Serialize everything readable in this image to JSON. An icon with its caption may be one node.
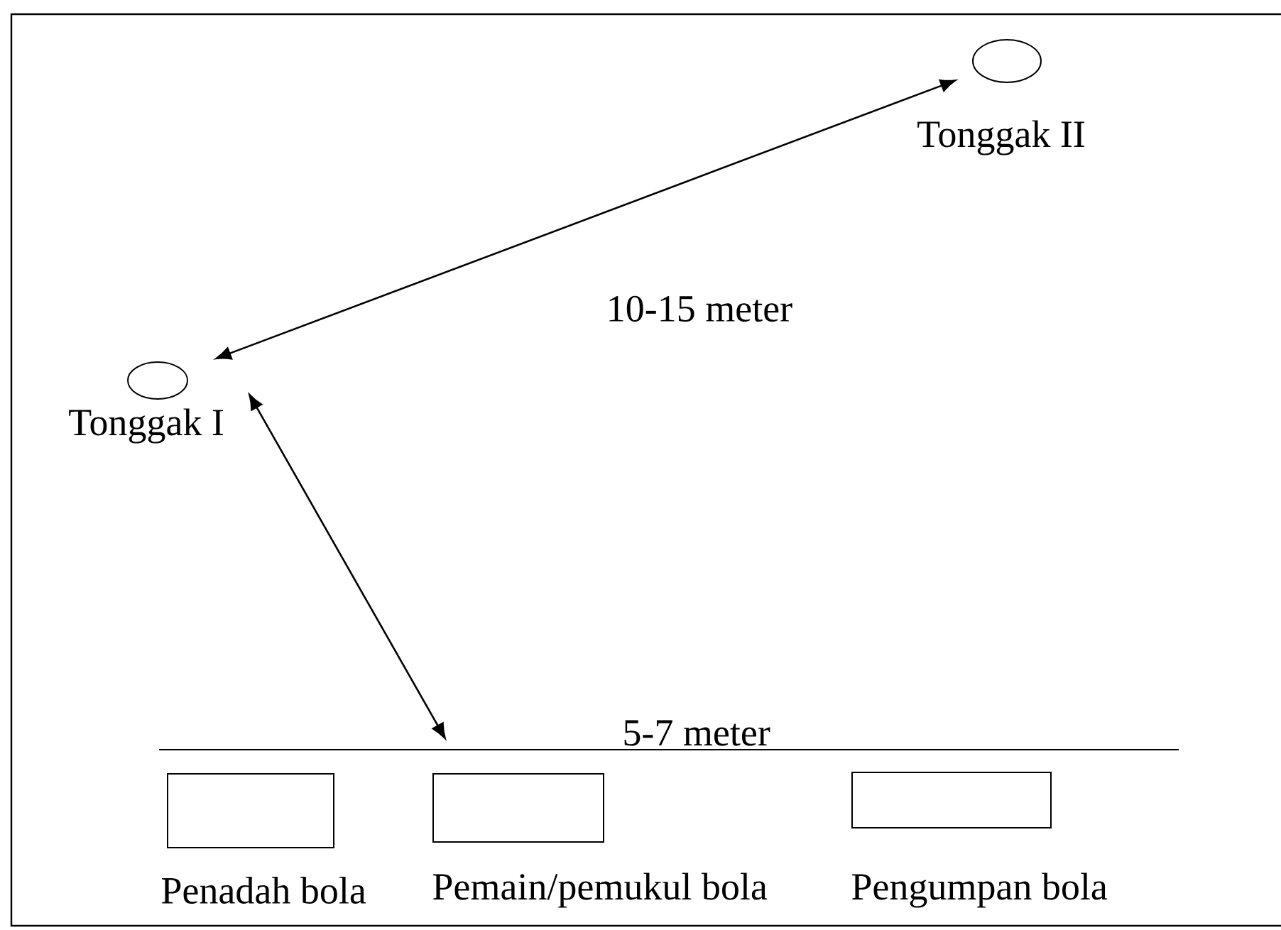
{
  "diagram": {
    "nodes": [
      {
        "text": [],
        "shape": "circle",
        "beside": [
          "Tonggak II"
        ]
      },
      {
        "text": [],
        "shape": "circle",
        "beside": [
          "Tonggak I"
        ]
      },
      {
        "text": [],
        "shape": "bar"
      },
      {
        "text": [],
        "shape": "box",
        "beside": [
          "Penadah bola"
        ]
      },
      {
        "text": [],
        "shape": "box",
        "beside": [
          "Pemain/pemukul bola"
        ]
      },
      {
        "text": [],
        "shape": "box",
        "beside": [
          "Pengumpan bola"
        ]
      }
    ],
    "edges": [
      {
        "from": 0,
        "to": 1,
        "arrow": "both",
        "label": "10-15 meter"
      },
      {
        "from": 1,
        "to": 2,
        "arrow": "both"
      }
    ],
    "labels": [
      "5-7 meter"
    ]
  }
}
